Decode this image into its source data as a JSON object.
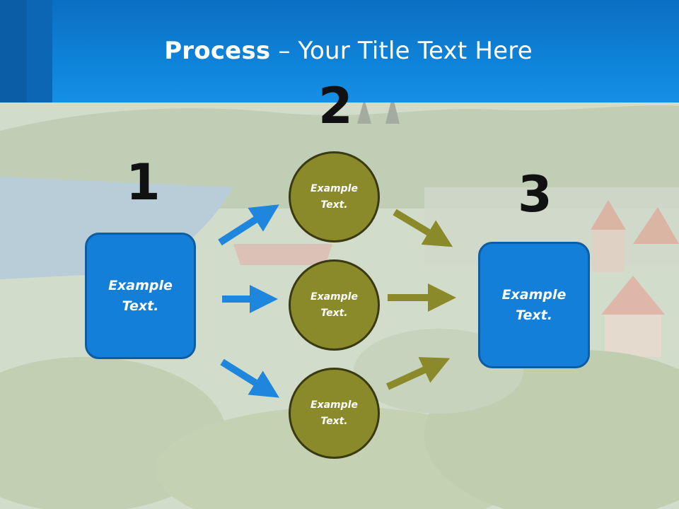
{
  "title": {
    "bold": "Process",
    "rest": " – Your Title Text Here"
  },
  "steps": {
    "one": "1",
    "two": "2",
    "three": "3"
  },
  "left_box": {
    "line1": "Example",
    "line2": "Text."
  },
  "right_box": {
    "line1": "Example",
    "line2": "Text."
  },
  "circles": [
    {
      "line1": "Example",
      "line2": "Text."
    },
    {
      "line1": "Example",
      "line2": "Text."
    },
    {
      "line1": "Example",
      "line2": "Text."
    }
  ],
  "colors": {
    "header": "#0f86dc",
    "box_fill": "#137fd8",
    "circle_fill": "#8a8a2a",
    "blue_arrow": "#1f86dd",
    "olive_arrow": "#8a8a2a"
  }
}
